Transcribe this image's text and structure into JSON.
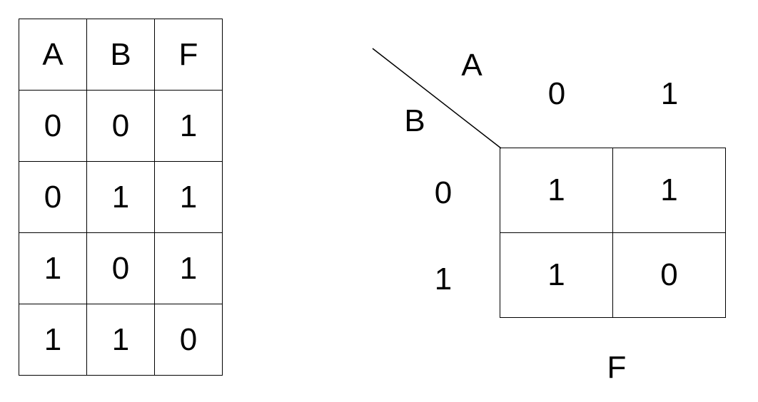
{
  "truth_table": {
    "headers": [
      "A",
      "B",
      "F"
    ],
    "rows": [
      [
        "0",
        "0",
        "1"
      ],
      [
        "0",
        "1",
        "1"
      ],
      [
        "1",
        "0",
        "1"
      ],
      [
        "1",
        "1",
        "0"
      ]
    ]
  },
  "kmap": {
    "col_variable": "A",
    "row_variable": "B",
    "col_headers": [
      "0",
      "1"
    ],
    "row_headers": [
      "0",
      "1"
    ],
    "cells": [
      [
        "1",
        "1"
      ],
      [
        "1",
        "0"
      ]
    ],
    "output_label": "F"
  }
}
